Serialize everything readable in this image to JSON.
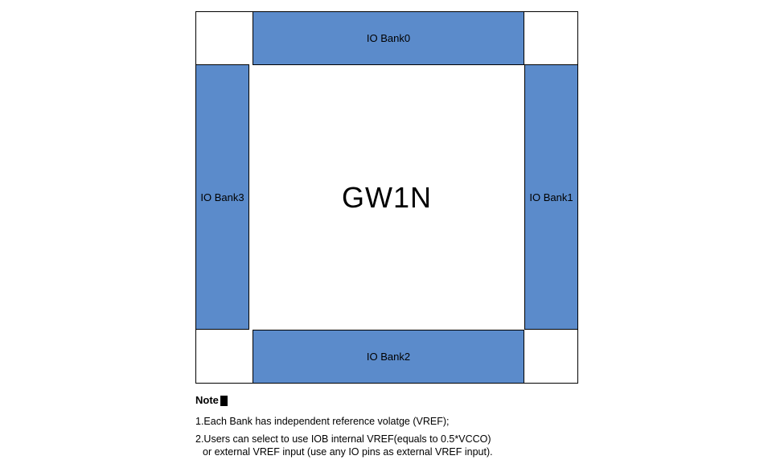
{
  "diagram": {
    "center_label": "GW1N",
    "banks": [
      {
        "id": "bank0",
        "side": "top",
        "label": "IO Bank0"
      },
      {
        "id": "bank1",
        "side": "right",
        "label": "IO Bank1"
      },
      {
        "id": "bank2",
        "side": "bottom",
        "label": "IO Bank2"
      },
      {
        "id": "bank3",
        "side": "left",
        "label": "IO Bank3"
      }
    ],
    "colors": {
      "bank_fill": "#5B8BCB",
      "border": "#000000",
      "background": "#FFFFFF"
    }
  },
  "note": {
    "title": "Note",
    "lines": [
      "1.Each Bank has independent reference volatge (VREF);",
      "2.Users can select to use IOB internal VREF(equals to 0.5*VCCO)",
      "or external VREF input (use any IO pins as external VREF input)."
    ]
  }
}
